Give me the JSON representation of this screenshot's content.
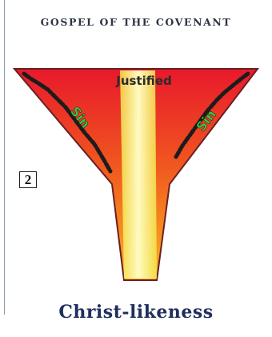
{
  "title": "GOSPEL OF THE COVENANT",
  "slide_number": "2",
  "funnel": {
    "top_label": "Justified",
    "left_label": "Sin",
    "right_label": "Sin",
    "bottom_label": "Christ-likeness"
  },
  "colors": {
    "funnel_top": "#e8192c",
    "funnel_bottom": "#f6a21e",
    "light_beam": "#fff59a",
    "outline": "#6b1f22",
    "sin_label": "#3fc94a",
    "justified_label": "#2a2a2a",
    "bottom_label": "#1f2f5e"
  }
}
